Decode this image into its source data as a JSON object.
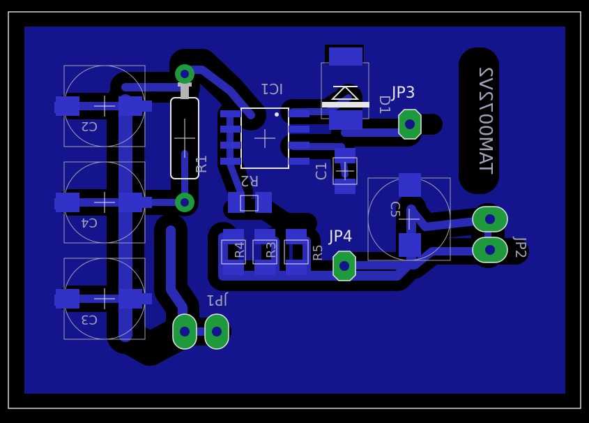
{
  "colors": {
    "background": "#000000",
    "board_outline": "#d8d8d8",
    "copper_pour": "#14148c",
    "clearance_black": "#000000",
    "trace": "#2a2ab4",
    "pad_smd": "#3232c8",
    "pad_tht": "#1e9a3c",
    "silkscreen": "#e6e6e6",
    "doc_layer": "#a0a0b8",
    "drill": "#101060"
  },
  "labels": {
    "ic1": "IC1",
    "d1": "D1",
    "jp3": "JP3",
    "jp4": "JP4",
    "jp1": "JP1",
    "jp2": "JP2",
    "r1": "R1",
    "r2": "R2",
    "r3": "R3",
    "r4": "R4",
    "r5": "R5",
    "c1": "C1",
    "c2": "C2",
    "c3": "C3",
    "c4": "C4",
    "c5": "C5",
    "board_text": "TAM0072V2"
  }
}
